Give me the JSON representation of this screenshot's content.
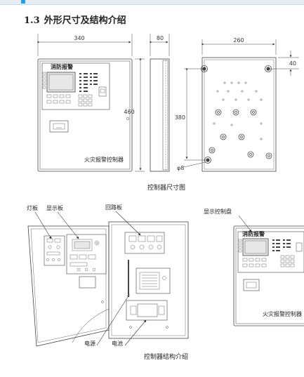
{
  "header": {
    "section_number": "1.3",
    "section_title": "外形尺寸及结构介绍"
  },
  "dimensions": {
    "front_width": "340",
    "front_height": "460",
    "side_depth": "80",
    "back_width": "260",
    "back_hole_offset": "40",
    "back_hole_spacing": "380",
    "hole_diameter": "φ8"
  },
  "front_panel": {
    "brand_text": "消防报警",
    "product_name": "火灾报警控制器"
  },
  "captions": {
    "dimension_figure": "控制器尺寸图",
    "structure_figure": "控制器结构介绍"
  },
  "structure_labels": {
    "lamp_board": "灯板",
    "display_board": "显示板",
    "loop_board": "回路板",
    "display_control_panel": "显示控制盘",
    "power_supply": "电源",
    "battery": "电池"
  },
  "colors": {
    "line": "#444444",
    "panel_fill": "#ffffff",
    "screen_fill": "#e8e8e8",
    "accent_tick": "#2b9be0"
  }
}
